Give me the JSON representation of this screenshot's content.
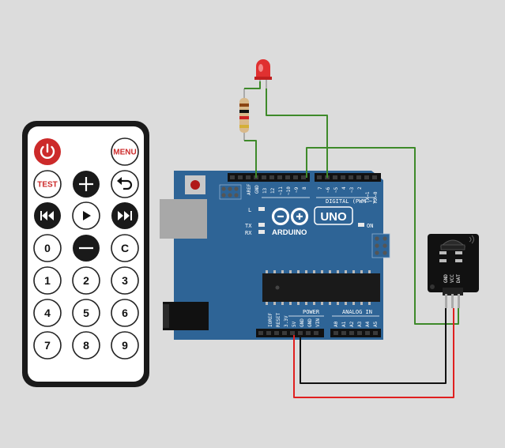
{
  "remote": {
    "power_icon": "power-icon",
    "menu_label": "MENU",
    "test_label": "TEST",
    "plus_icon": "plus-icon",
    "back_icon": "back-arrow-icon",
    "rewind_icon": "rewind-icon",
    "play_icon": "play-icon",
    "forward_icon": "fast-forward-icon",
    "zero": "0",
    "minus_icon": "minus-icon",
    "clear": "C",
    "digits": [
      "1",
      "2",
      "3",
      "4",
      "5",
      "6",
      "7",
      "8",
      "9"
    ]
  },
  "arduino": {
    "brand": "ARDUINO",
    "model": "UNO",
    "digital_header": "DIGITAL (PWM ~)",
    "power_header": "POWER",
    "analog_header": "ANALOG IN",
    "on_label": "ON",
    "l_label": "L",
    "tx_label": "TX",
    "rx_label": "RX",
    "digital_pins": [
      "AREF",
      "GND",
      "13",
      "12",
      "~11",
      "~10",
      "~9",
      "8",
      "7",
      "~6",
      "~5",
      "4",
      "~3",
      "2",
      "TX→1",
      "RX←0"
    ],
    "power_pins": [
      "IOREF",
      "RESET",
      "3.3V",
      "5V",
      "GND",
      "GND",
      "VIN"
    ],
    "analog_pins": [
      "A0",
      "A1",
      "A2",
      "A3",
      "A4",
      "A5"
    ]
  },
  "ir_receiver": {
    "pins": [
      "GND",
      "VCC",
      "DAT"
    ]
  },
  "colors": {
    "background": "#dcdcdc",
    "board": "#2e6496",
    "wire_green": "#3e8a2a",
    "wire_red": "#e02020",
    "wire_black": "#111111",
    "led": "#e03030",
    "power_button": "#cc2a2a"
  }
}
